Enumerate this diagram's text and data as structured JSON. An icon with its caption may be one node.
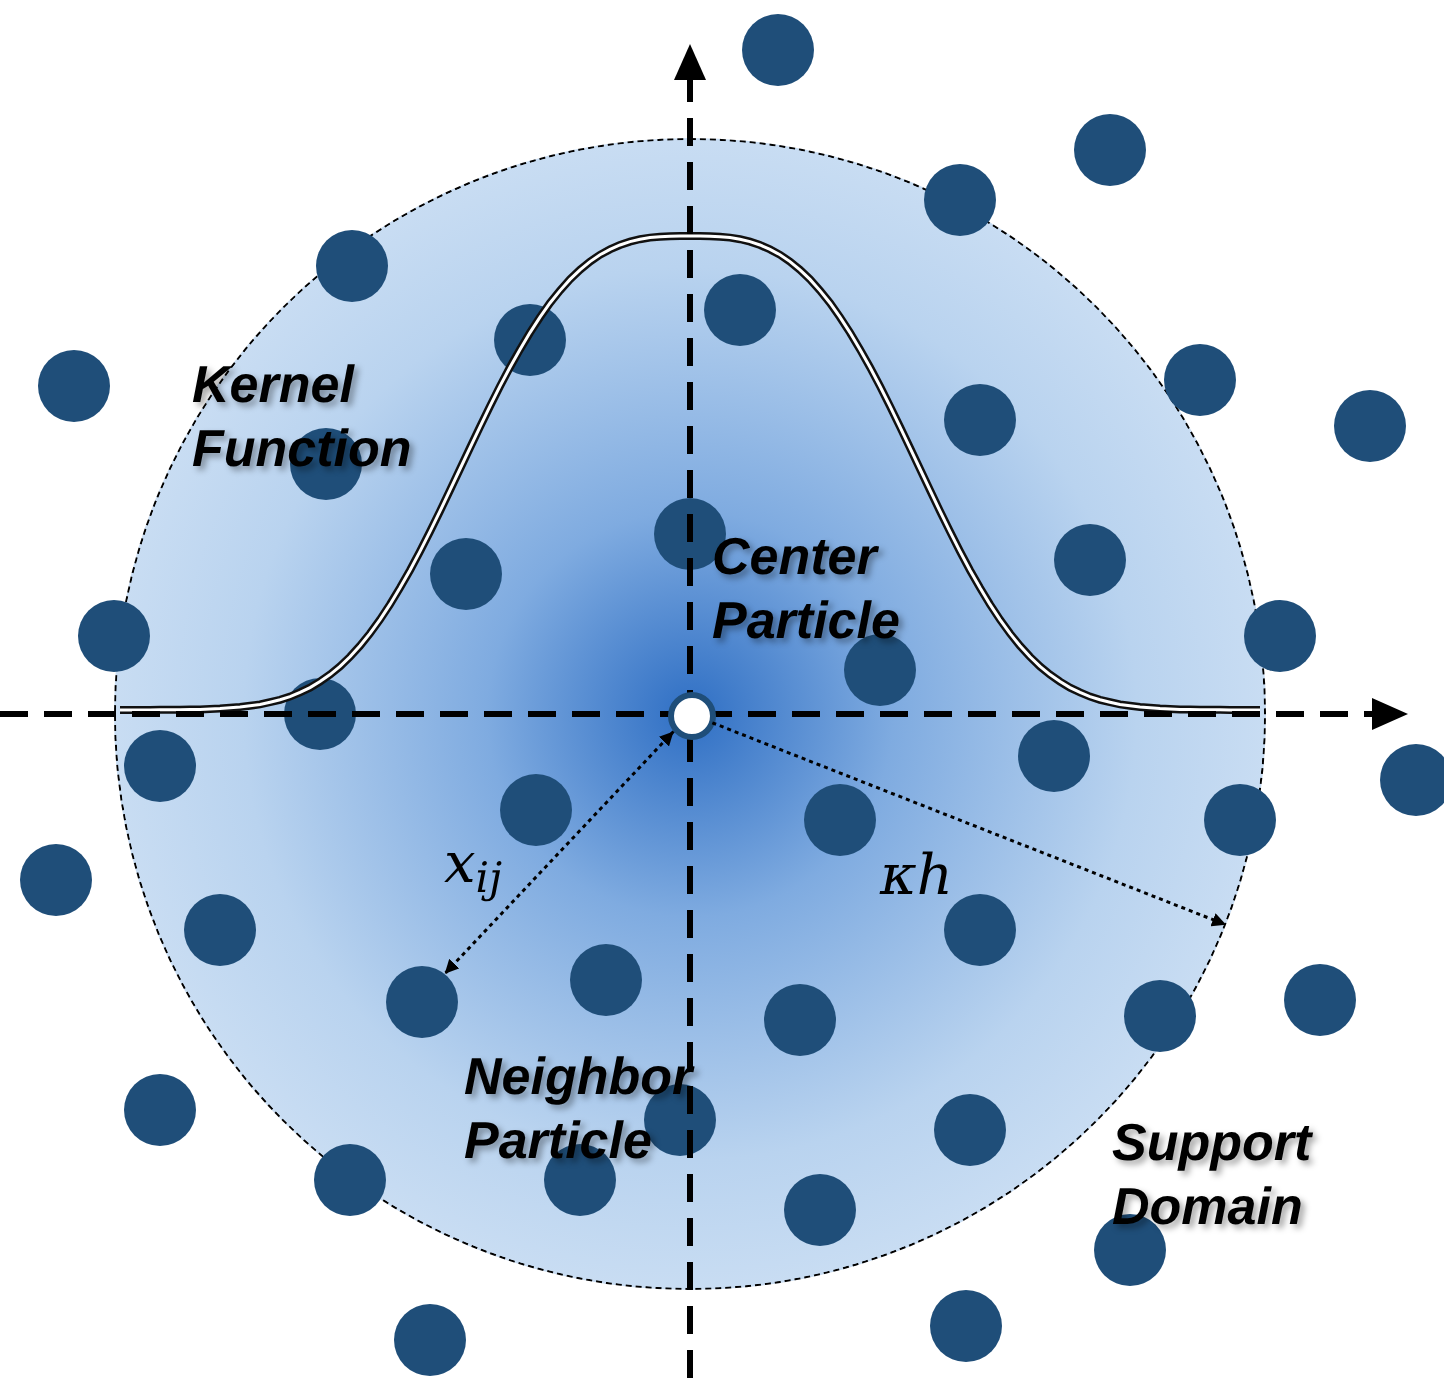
{
  "diagram": {
    "nodes": [
      {
        "text": [],
        "shape": "circle",
        "beside": [
          "Support Domain"
        ]
      },
      {
        "text": [],
        "shape": "circle",
        "in": 0,
        "beside": [
          "Center Particle"
        ]
      },
      {
        "text": [],
        "shape": "circle",
        "in": 0,
        "beside": [
          "Neighbor Particle"
        ]
      }
    ],
    "edges": [
      {
        "from": 1,
        "to": 2,
        "arrow": "both",
        "label": "x$_{ij}$",
        "style": "dashed"
      },
      {
        "from": 1,
        "to": 0,
        "arrow": "to",
        "label": "κh",
        "style": "dashed"
      }
    ],
    "labels": [
      "Kernel Function"
    ]
  }
}
